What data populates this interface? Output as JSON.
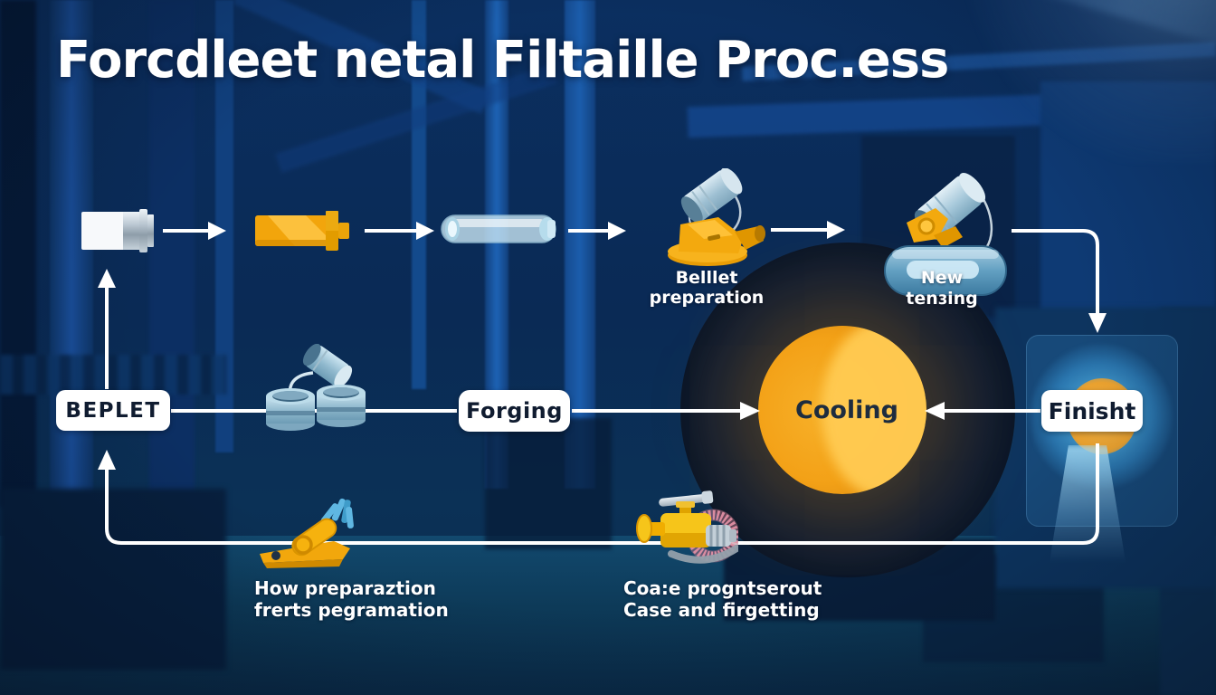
{
  "title": "Forcdleet netal Filtaille Proc.ess",
  "flow": {
    "beplet_label": "BEPLET",
    "forging_label": "Forging",
    "cooling_label": "Cooling",
    "finisht_label": "Finisht"
  },
  "captions": {
    "billet_preparation": "Belllet preparation",
    "new_tening": [
      "New",
      "tenɜing"
    ],
    "how_preparation": [
      "How preparaztion",
      "frerts pegramation"
    ],
    "coae": [
      "Coa:e progntserout",
      "Case and firgetting"
    ]
  },
  "icons": {
    "top_row": [
      "white-billet-icon",
      "gold-billet-icon",
      "glass-tube-icon",
      "pouring-ladle-machine-icon",
      "track-machine-icon"
    ],
    "middle_row": [
      "pouring-crucibles-icon"
    ],
    "bottom_row": [
      "hinged-arm-brush-icon",
      "valve-icon"
    ]
  },
  "colors": {
    "background": "#0a2a55",
    "connector": "#ffffff",
    "node_background": "#ffffff",
    "node_text": "#101c30",
    "caption_text": "#ffffff",
    "furnace_glow": "#f5a623",
    "finish_glow_blue": "#35a9e8",
    "finish_glow_orange": "#f2a93b",
    "machine_yellow": "#f2a90e",
    "machine_steel_blue": "#9dbfd2"
  }
}
